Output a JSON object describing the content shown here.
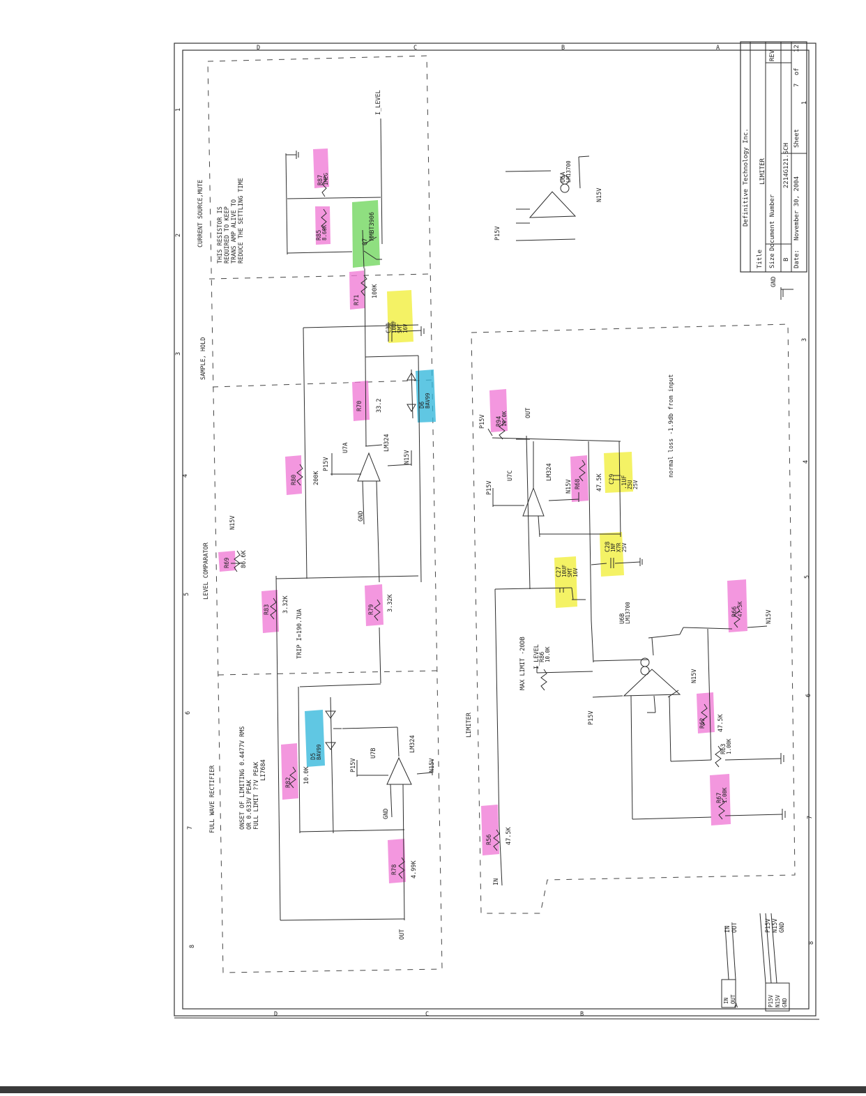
{
  "colors": {
    "paper": "#ffffff",
    "ink": "#2b2b2b",
    "hl_pink": "#f07ad6",
    "hl_yellow": "#f2ef3a",
    "hl_green": "#6fd65c",
    "hl_blue": "#34b8dc"
  },
  "sections": {
    "full_wave_rectifier": "FULL WAVE RECTIFIER",
    "level_comparator": "LEVEL COMPARATOR",
    "sample_hold": "SAMPLE, HOLD",
    "current_source": "CURRENT SOURCE,MUTE",
    "limiter": "LIMITER"
  },
  "notes": {
    "settling_1": "THIS RESISTOR IS",
    "settling_2": "REQUIRED TO KEEP",
    "settling_3": "TRANS AMP ALIVE TO",
    "settling_4": "REDUCE THE SETTLING TIME",
    "onset_1": "ONSET OF LIMITING 0.4477V RMS",
    "onset_2": "OR 0.633V PEAK",
    "onset_3": "FULL LIMIT ??V PEAK",
    "onset_4": "LI7684",
    "trip": "TRIP I=190.7UA",
    "max_limit": "MAX LIMIT -20DB",
    "normal_loss": "normal loss -1.9db from input"
  },
  "nets": {
    "i_level": "I_LEVEL",
    "i_level_2": "I_LEVEL",
    "out": "OUT",
    "out_limiter": "OUT",
    "in": "IN",
    "gnd_1": "GND",
    "gnd_2": "GND",
    "gnd_tb": "GND",
    "p15v_1": "P15V",
    "p15v_2": "P15V",
    "p15v_3": "P15V",
    "p15v_4": "P15V",
    "p15v_5": "P15V",
    "p15v_6": "P15V",
    "n15v_1": "N15V",
    "n15v_2": "N15V",
    "n15v_3": "N15V",
    "n15v_4": "N15V",
    "n15v_5": "N15V",
    "n15v_6": "N15V",
    "n15v_7": "N15V"
  },
  "components": {
    "r85": {
      "ref": "R85",
      "value": "8.66K"
    },
    "r87": {
      "ref": "R87",
      "value": "1MEG"
    },
    "q7": {
      "ref": "Q7",
      "value": "MMBT3906"
    },
    "r71": {
      "ref": "R71",
      "value": "100K"
    },
    "c31": {
      "ref": "C31",
      "value": "10UF",
      "v2": "SMT",
      "v3": "16V"
    },
    "r70": {
      "ref": "R70",
      "value": "33.2"
    },
    "d6": {
      "ref": "D6",
      "value": "BAV99"
    },
    "u7a": {
      "ref": "U7A",
      "value": "LM324"
    },
    "r80": {
      "ref": "R80",
      "value": "200K"
    },
    "r69": {
      "ref": "R69",
      "value": "86.6K"
    },
    "r83": {
      "ref": "R83",
      "value": "3.32K"
    },
    "r79": {
      "ref": "R79",
      "value": "3.32K"
    },
    "r82": {
      "ref": "R82",
      "value": "10.0K"
    },
    "d5": {
      "ref": "D5",
      "value": "BAV99"
    },
    "u7b": {
      "ref": "U7B",
      "value": "LM324"
    },
    "r78": {
      "ref": "R78",
      "value": "4.99K"
    },
    "r94": {
      "ref": "R94",
      "value": "10.0K"
    },
    "u7c": {
      "ref": "U7C",
      "value": "LM324"
    },
    "r68": {
      "ref": "R68",
      "value": "47.5K"
    },
    "c29": {
      "ref": "C29",
      "value": ".1UF",
      "v2": "Z5U",
      "v3": "25V"
    },
    "c28": {
      "ref": "C28",
      "value": "1NF",
      "v2": "X7R",
      "v3": "25V"
    },
    "c27": {
      "ref": "C27",
      "value": "10UF",
      "v2": "SMT",
      "v3": "16V"
    },
    "u6b": {
      "ref": "U6B",
      "value": "LM13700"
    },
    "r86": {
      "ref": "R86",
      "value": "10.0K"
    },
    "r66": {
      "ref": "R66",
      "value": "47.5K"
    },
    "r62": {
      "ref": "R62",
      "value": "47.5K"
    },
    "r63": {
      "ref": "R63",
      "value": "1.00K"
    },
    "r67": {
      "ref": "R67",
      "value": "1.00K"
    },
    "r56": {
      "ref": "R56",
      "value": "47.5K"
    },
    "u6a": {
      "ref": "U6A",
      "value": "LM13700"
    }
  },
  "title_block": {
    "company": "Definitive Technology Inc.",
    "title_label": "Title",
    "title": "LIMITER",
    "size_label": "Size",
    "size": "B",
    "docnum_label": "Document Number",
    "docnum": "2214G121.SCH",
    "rev_label": "REV",
    "date_label": "Date:",
    "date": "November 30, 2004",
    "sheet_label": "Sheet",
    "sheet": "7",
    "of_label": "of",
    "total": "12"
  },
  "ports": {
    "in": "IN",
    "out": "OUT",
    "p15v": "P15V",
    "n15v": "N15V",
    "gnd": "GND",
    "bus_in": "IN",
    "bus_out": "OUT",
    "bus_p15v": "P15V",
    "bus_n15v": "N15V",
    "bus_gnd": "GND"
  },
  "zones": {
    "top_1": "1",
    "top_2": "2",
    "top_3": "3",
    "top_4": "4",
    "top_5": "5",
    "top_6": "6",
    "top_7": "7",
    "top_8": "8",
    "bot_1": "1",
    "bot_3": "3",
    "bot_4": "4",
    "bot_5": "5",
    "bot_6": "6",
    "bot_7": "7",
    "bot_8": "8",
    "side_d": "D",
    "side_c": "C",
    "side_b": "B",
    "side_a": "A",
    "side_d2": "D",
    "side_c2": "C",
    "side_b2": "B",
    "side_a2": "A"
  }
}
